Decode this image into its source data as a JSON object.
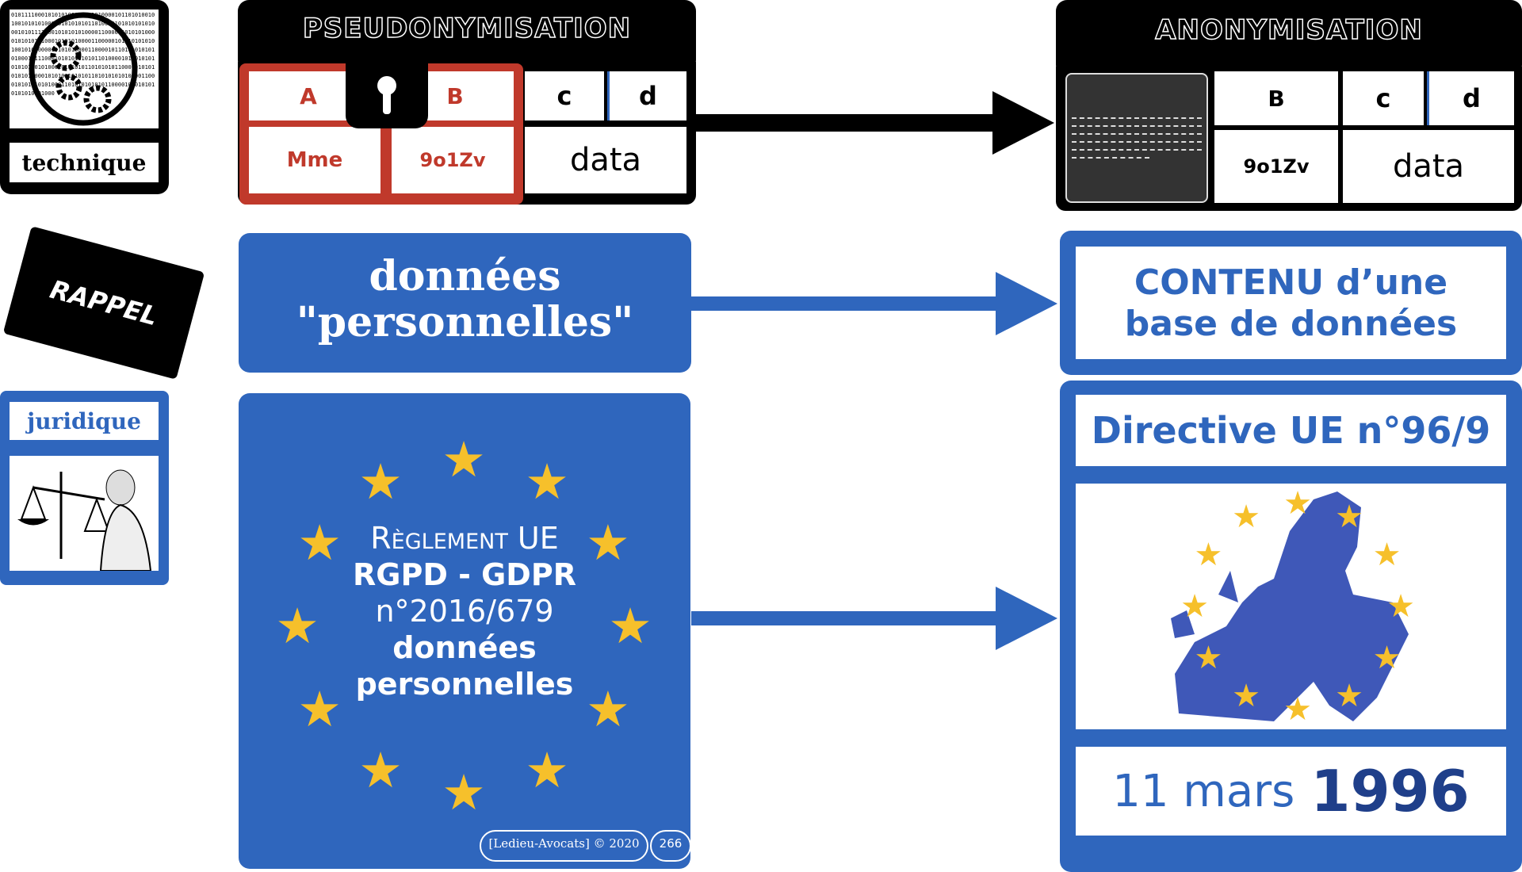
{
  "technique": {
    "label": "technique",
    "binary": "0101111000101010101000011010000101101010010100101010100010101010101101000010101010101000101011110001010101010000110000010101010000101010111000101010100001100000101110101010100101010000101010100001100001011010101010101000101110001010101010101101000010110101010101011010100010101010110101010110001010101010101000010101011010101101010101010000110001010101010100011010101010101100001010101010101010101000"
  },
  "rappel": {
    "label": "RAPPEL"
  },
  "juridique": {
    "label": "juridique"
  },
  "pseudo": {
    "title": "PSEUDONYMISATION",
    "cols": [
      "A",
      "B",
      "c",
      "d"
    ],
    "row": [
      "Mme",
      "9o1Zv",
      "data"
    ]
  },
  "anon": {
    "title": "ANONYMISATION",
    "cols": [
      "B",
      "c",
      "d"
    ],
    "row": [
      "9o1Zv",
      "data"
    ]
  },
  "personal": {
    "line1": "données",
    "line2": "\"personnelles\""
  },
  "contenu": {
    "line1": "CONTENU d’une",
    "line2": "base de données"
  },
  "reglement": {
    "line1": "Règlement UE",
    "line2": "RGPD - GDPR",
    "line3": "n°2016/679",
    "line4": "données",
    "line5": "personnelles"
  },
  "directive": {
    "title": "Directive UE n°96/9",
    "date_day": "11 mars",
    "date_year": "1996"
  },
  "footer": {
    "credit": "[Ledieu-Avocats] © 2020",
    "page": "266"
  },
  "colors": {
    "blue": "#2f66bd",
    "red": "#c0392b",
    "star": "#f6c02b",
    "black": "#000000"
  }
}
